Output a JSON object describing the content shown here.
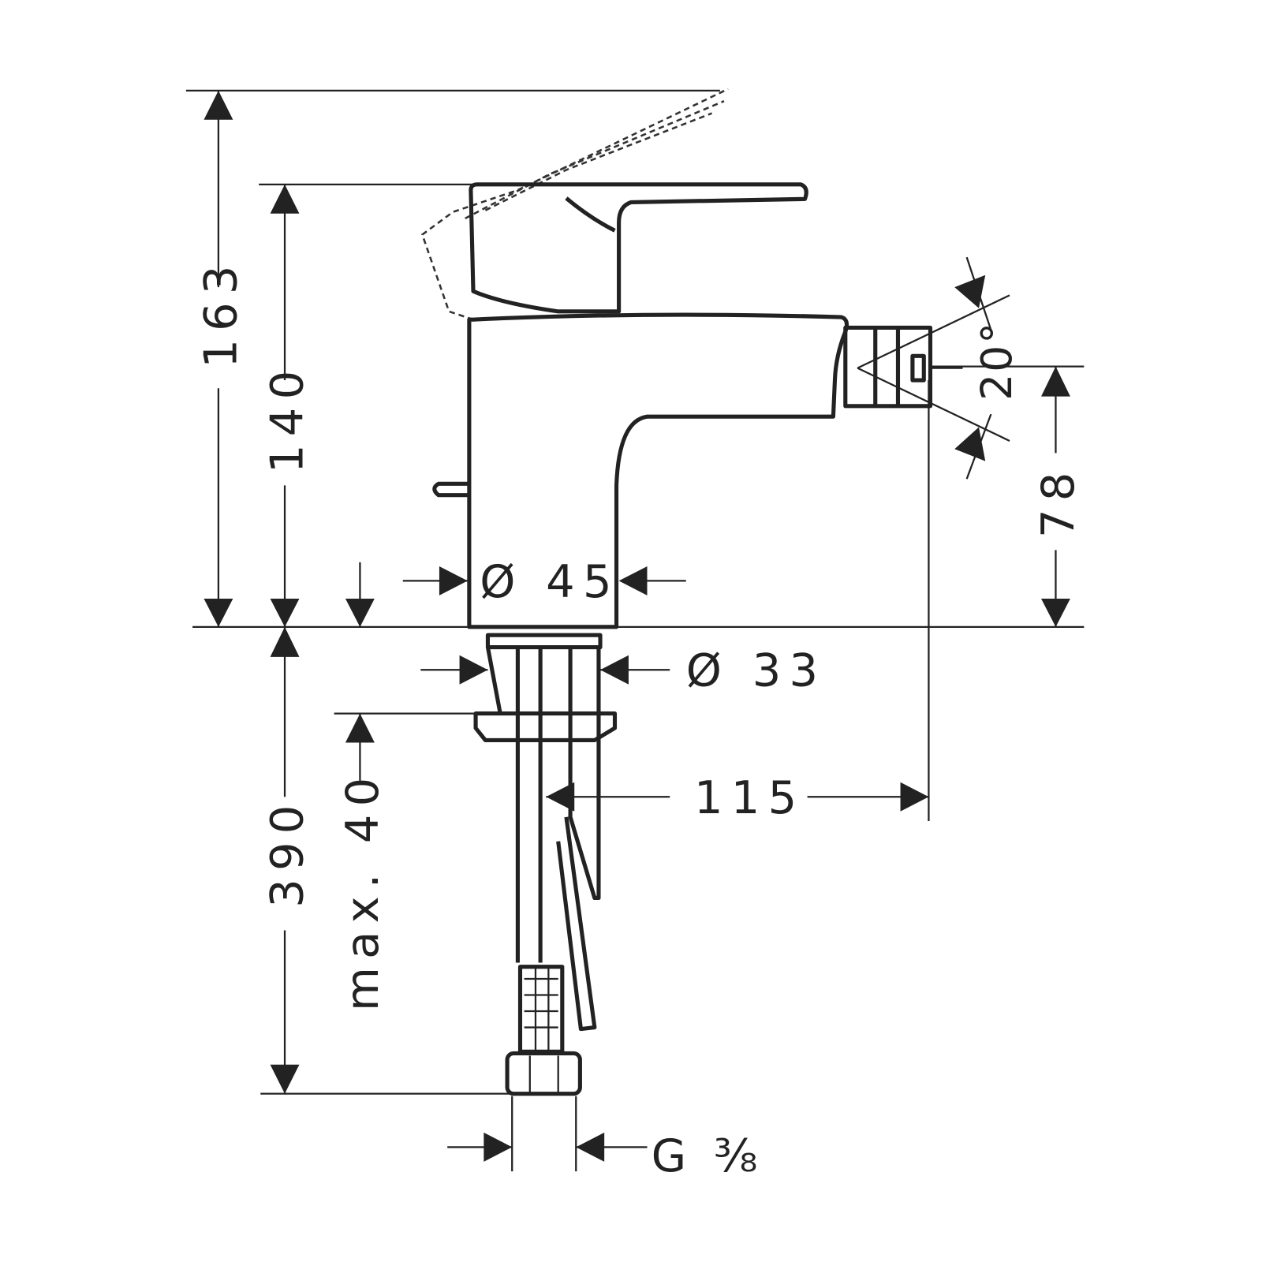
{
  "drawing": {
    "dimensions": {
      "total_height": "163",
      "lever_height": "140",
      "hose_length": "390",
      "max_thickness": "max. 40",
      "body_diameter": "Ø 45",
      "shank_diameter": "Ø 33",
      "spout_reach": "115",
      "spout_height": "78",
      "spray_angle": "20°",
      "connection_thread": "G ⅜"
    },
    "line_color": "#222222",
    "background": "#ffffff"
  }
}
